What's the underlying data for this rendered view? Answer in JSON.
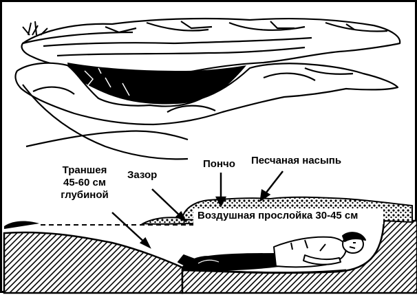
{
  "labels": {
    "trench": [
      "Траншея",
      "45-60 см",
      "глубиной"
    ],
    "gap": "Зазор",
    "poncho": "Пончо",
    "sand": "Песчаная насыпь",
    "air_layer": "Воздушная прослойка 30-45 см"
  }
}
